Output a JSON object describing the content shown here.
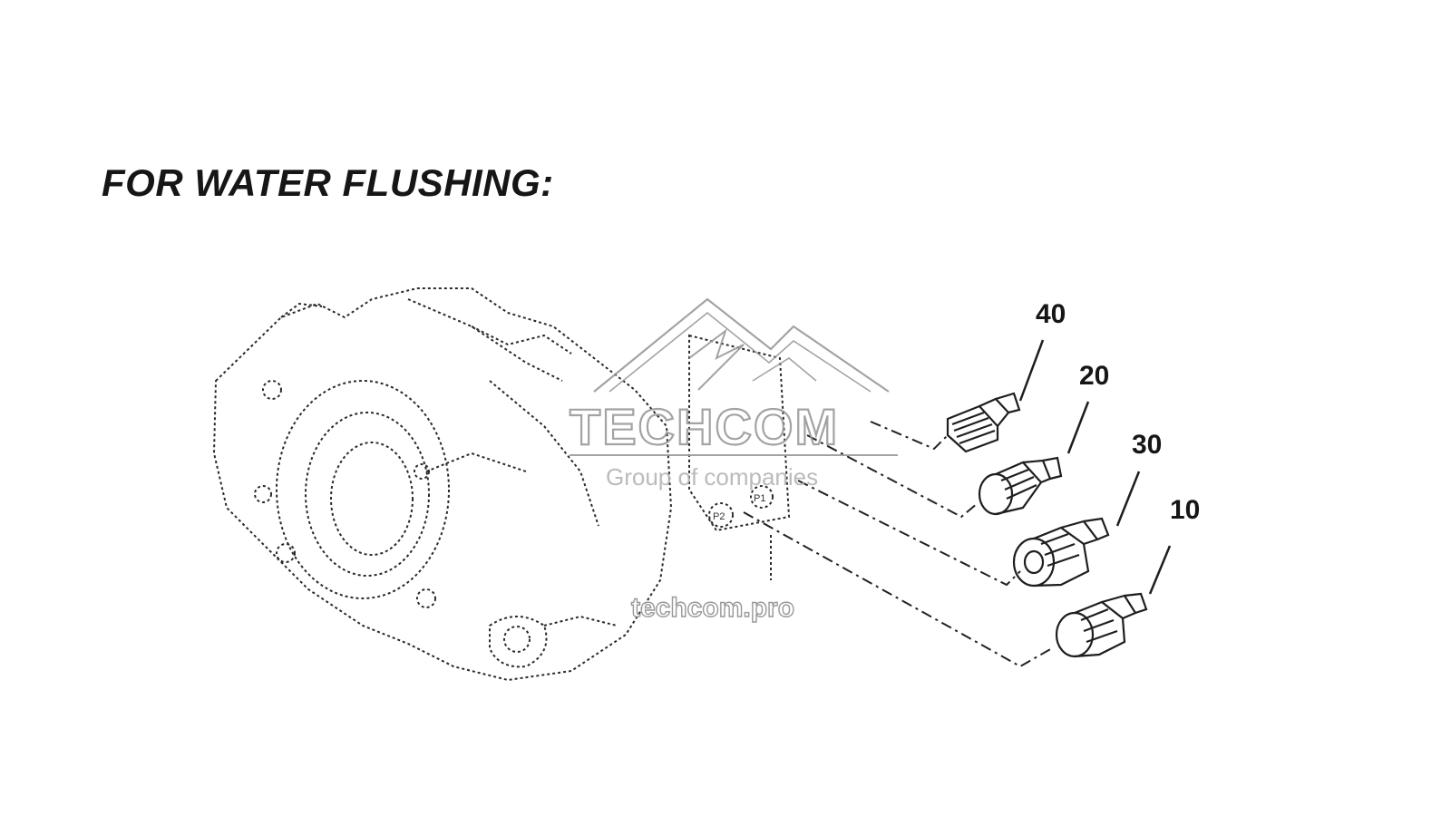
{
  "heading": "FOR WATER FLUSHING:",
  "callouts": [
    {
      "label": "40"
    },
    {
      "label": "20"
    },
    {
      "label": "30"
    },
    {
      "label": "10"
    }
  ],
  "ports": {
    "p1": "P1",
    "p2": "P2"
  },
  "watermark": {
    "title": "TECHCOM",
    "subtitle": "Group of companies",
    "url": "techcom.pro"
  },
  "colors": {
    "ink": "#161616",
    "watermark": "#9a9a9a",
    "background": "#ffffff"
  }
}
